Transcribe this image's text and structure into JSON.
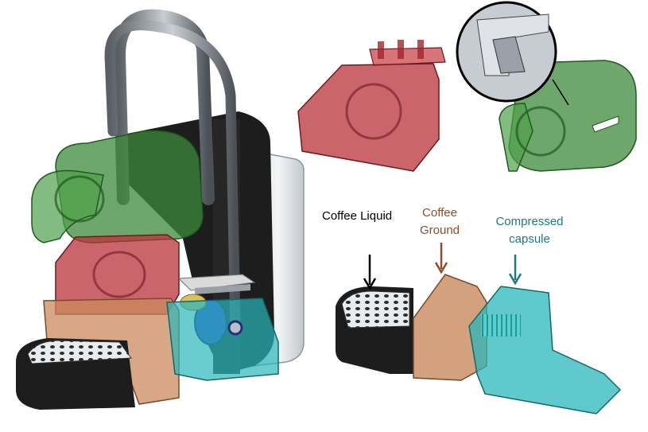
{
  "colors": {
    "liquid": "#111111",
    "ground": "#8a4f2a",
    "capsule": "#1f7a80",
    "green_part": "#3d8a3a",
    "red_part": "#b8323a",
    "orange_part": "#c98a5e",
    "cyan_part": "#2ab7b9",
    "dark_body": "#1d1d1d"
  },
  "labels": {
    "coffee_liquid": "Coffee Liquid",
    "coffee_ground_line1": "Coffee",
    "coffee_ground_line2": "Ground",
    "compressed_capsule_line1": "Compressed",
    "compressed_capsule_line2": "capsule"
  }
}
